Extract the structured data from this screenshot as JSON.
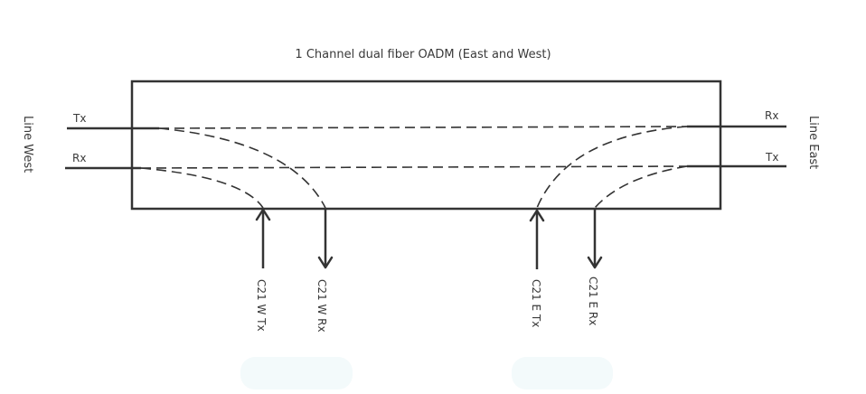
{
  "title": "1 Channel dual fiber OADM  (East and West)",
  "west": {
    "label": "Line West",
    "tx": "Tx",
    "rx": "Rx"
  },
  "east": {
    "label": "Line East",
    "rx": "Rx",
    "tx": "Tx"
  },
  "ports": {
    "w_tx": "C21 W Tx",
    "w_rx": "C21 W Rx",
    "e_tx": "C21 E Tx",
    "e_rx": "C21 E Rx"
  },
  "colors": {
    "line": "#333333",
    "text": "#3a3a3a"
  }
}
